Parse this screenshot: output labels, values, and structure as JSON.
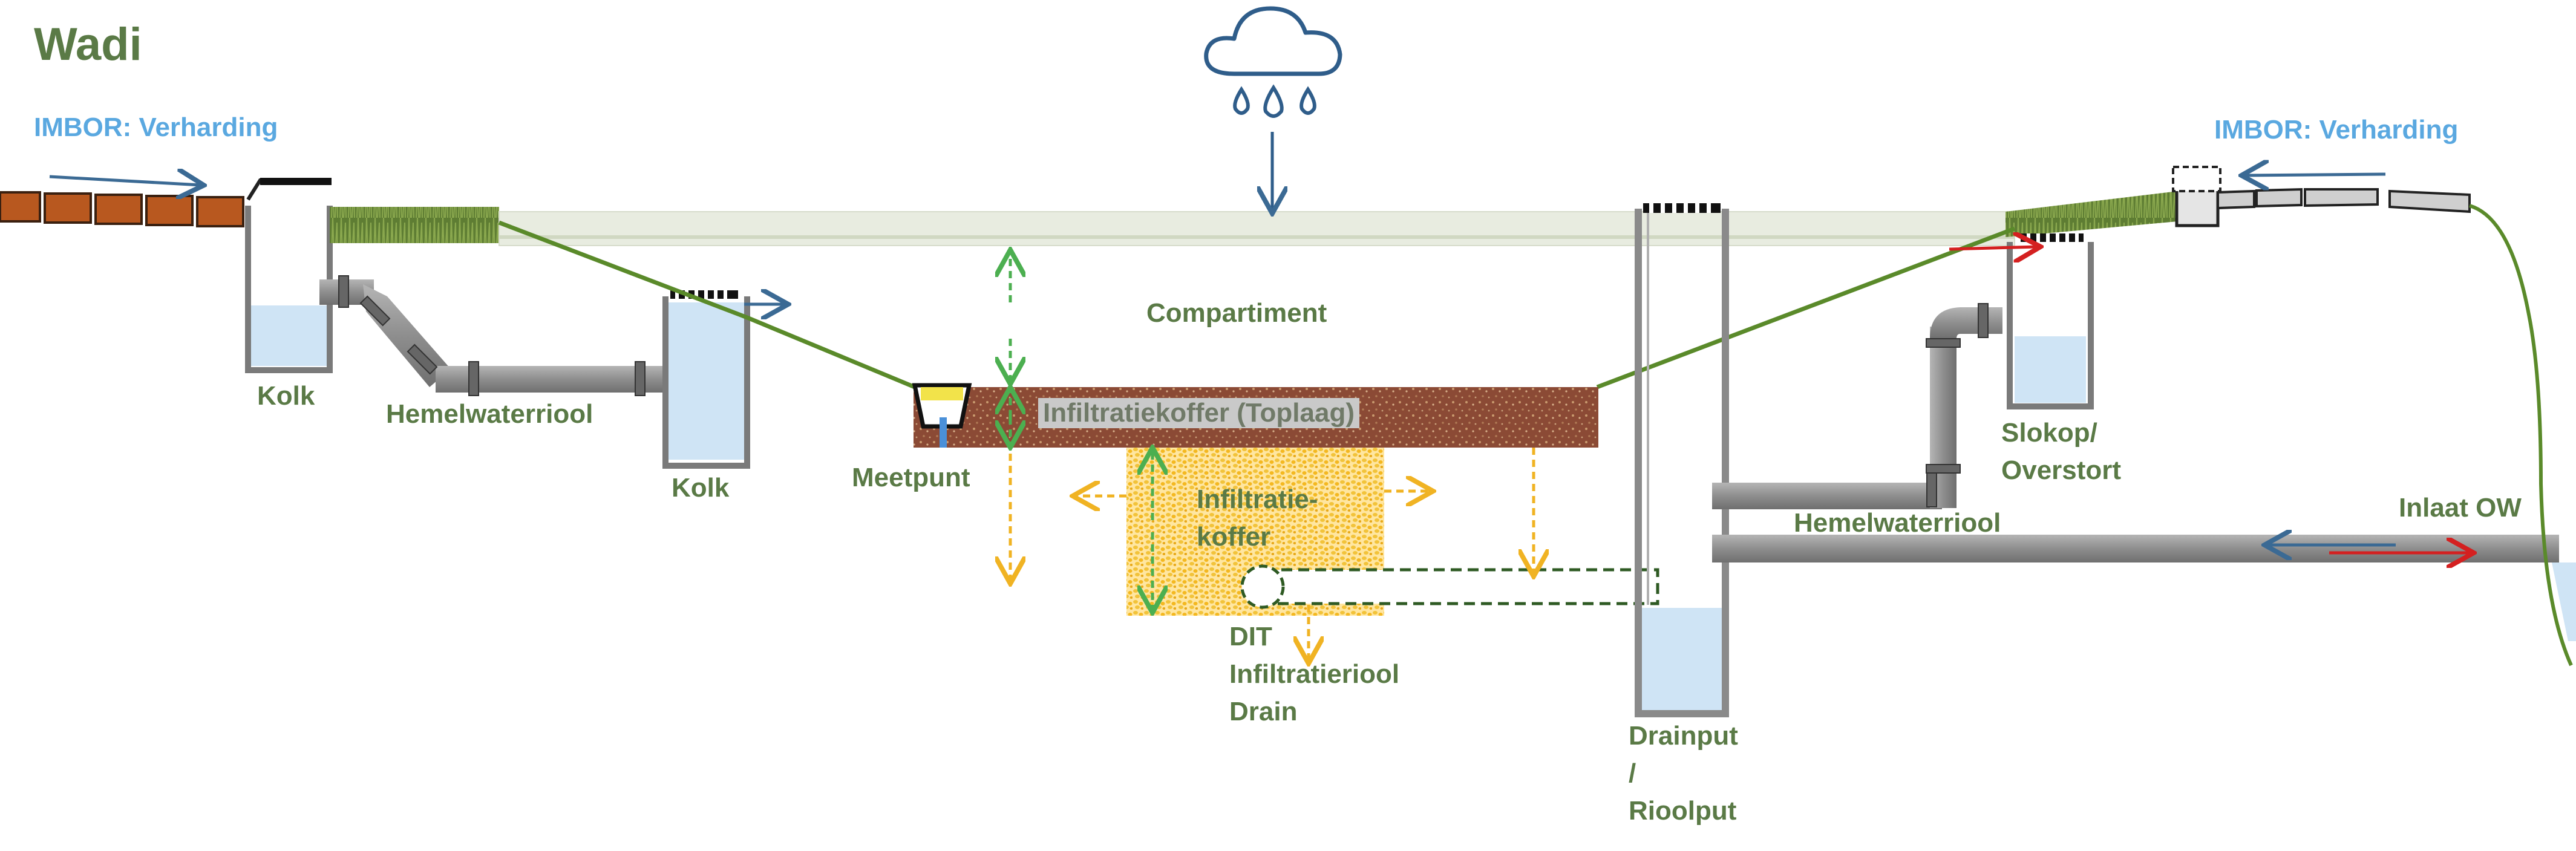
{
  "title": "Wadi",
  "labels": {
    "imbor_left": "IMBOR: Verharding",
    "imbor_right": "IMBOR: Verharding",
    "kolk_1": "Kolk",
    "kolk_2": "Kolk",
    "hemelwaterriool_left": "Hemelwaterriool",
    "hemelwaterriool_right": "Hemelwaterriool",
    "compartiment": "Compartiment",
    "toplaag": "Infiltratiekoffer (Toplaag)",
    "meetpunt": "Meetpunt",
    "infiltratiekoffer": "Infiltratie-\nkoffer",
    "dit": "DIT\nInfiltratieriool\nDrain",
    "drainput": "Drainput\n/\nRioolput",
    "slokop": "Slokop/\nOverstort",
    "inlaat": "Inlaat OW"
  },
  "icons": [
    "rain-cloud-icon",
    "rain-drop-icon",
    "flow-arrow-icon"
  ],
  "colors": {
    "label_green": "#5a7a46",
    "imbor_blue": "#5aa8e0",
    "grass": "#6c8a3a",
    "soil": "#8b4a35",
    "gravel": "#f2c33a",
    "water": "#cfe4f5",
    "pipe": "#8f8f8f",
    "arrow_blue": "#3b6a94",
    "arrow_red": "#d42020",
    "arrow_green": "#4caf50",
    "arrow_yellow": "#f0b323",
    "brick": "#b8581f"
  }
}
